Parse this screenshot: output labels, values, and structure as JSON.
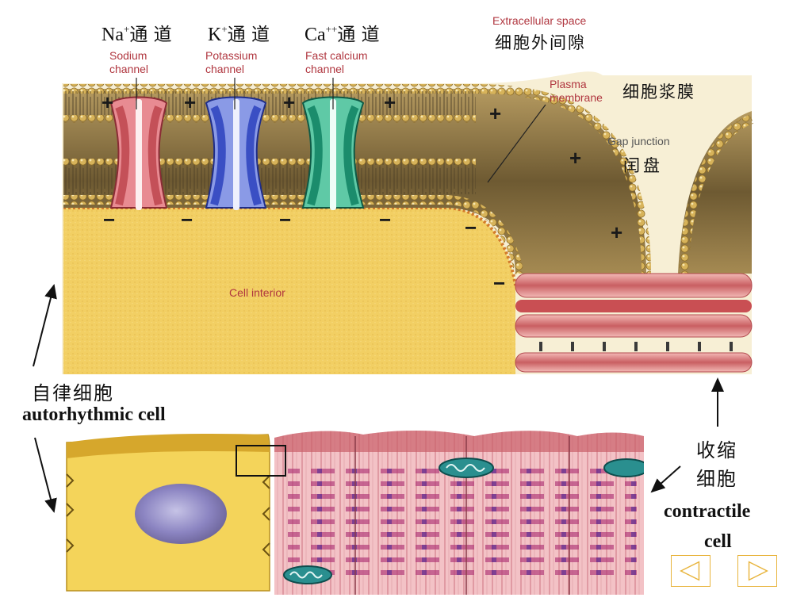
{
  "channels": [
    {
      "ion_base": "Na",
      "ion_sup": "+",
      "cn": "通 道",
      "en1": "Sodium",
      "en2": "channel",
      "color": "#e06a72"
    },
    {
      "ion_base": "K",
      "ion_sup": "+",
      "cn": "通 道",
      "en1": "Potassium",
      "en2": "channel",
      "color": "#4a5fcf"
    },
    {
      "ion_base": "Ca",
      "ion_sup": "++",
      "cn": "通 道",
      "en1": "Fast calcium",
      "en2": "channel",
      "color": "#1f9a7a"
    }
  ],
  "extracellular": {
    "en": "Extracellular space",
    "cn": "细胞外间隙"
  },
  "plasma_membrane": {
    "en1": "Plasma",
    "en2": "membrane",
    "cn": "细胞浆膜"
  },
  "gap_junction": {
    "en": "Gap junction",
    "cn": "闰盘"
  },
  "cell_interior": "Cell interior",
  "autorhythmic": {
    "cn": "自律细胞",
    "en": "autorhythmic cell"
  },
  "contractile": {
    "cn1": "收缩",
    "cn2": "细胞",
    "en1": "contractile",
    "en2": "cell"
  },
  "charges": {
    "plus": "+",
    "minus": "−"
  },
  "colors": {
    "cytoplasm": "#f2cf63",
    "membrane": "#8c7540",
    "bead": "#d8b45a",
    "gap_disc": "#e59a9a",
    "nav_border": "#e8b43c"
  },
  "nav": {
    "prev_icon": "triangle-left-icon",
    "next_icon": "triangle-right-icon"
  }
}
